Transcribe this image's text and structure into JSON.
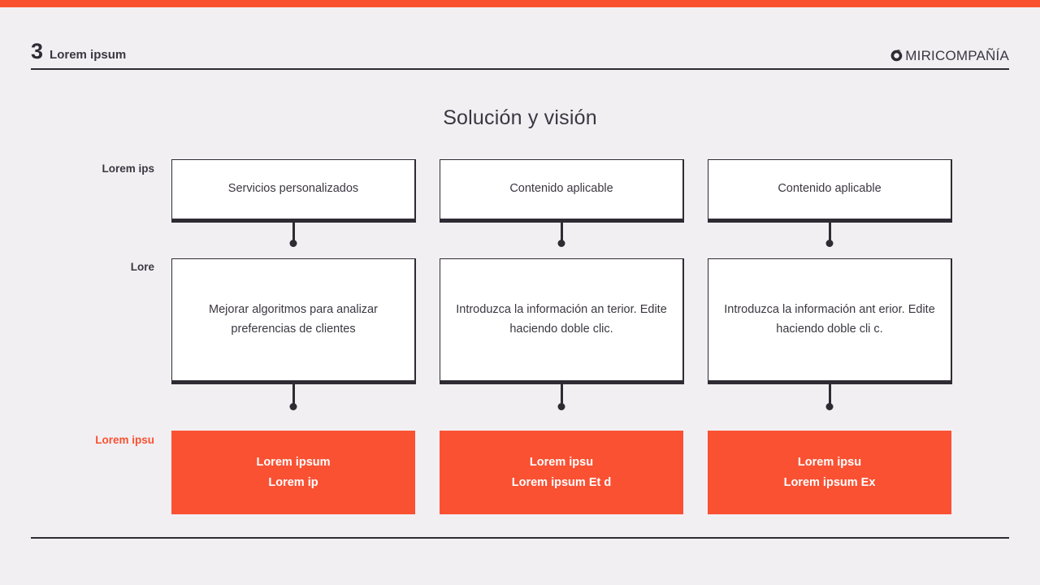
{
  "accent_color": "#f9512f",
  "background_color": "#f2eff3",
  "ink_color": "#2f2b33",
  "header": {
    "slide_number": "3",
    "title": "Lorem ipsum",
    "brand_name": "MIRICOMPAÑÍA",
    "brand_mark_icon": "spiral-circle-icon"
  },
  "main": {
    "title": "Solución y visión",
    "row_labels": [
      "Lorem ips",
      "Lore",
      "Lorem ipsu"
    ],
    "columns": [
      {
        "top": "Servicios personalizados",
        "middle": "Mejorar algoritmos para analizar preferencias de clientes",
        "bottom_line1": "Lorem ipsum",
        "bottom_line2": "Lorem ip"
      },
      {
        "top": "Contenido aplicable",
        "middle": "Introduzca la información an terior. Edite haciendo doble clic.",
        "bottom_line1": "Lorem ipsu",
        "bottom_line2": "Lorem ipsum Et d"
      },
      {
        "top": "Contenido aplicable",
        "middle": "Introduzca la información ant erior. Edite haciendo doble cli c.",
        "bottom_line1": "Lorem ipsu",
        "bottom_line2": "Lorem ipsum Ex"
      }
    ]
  }
}
